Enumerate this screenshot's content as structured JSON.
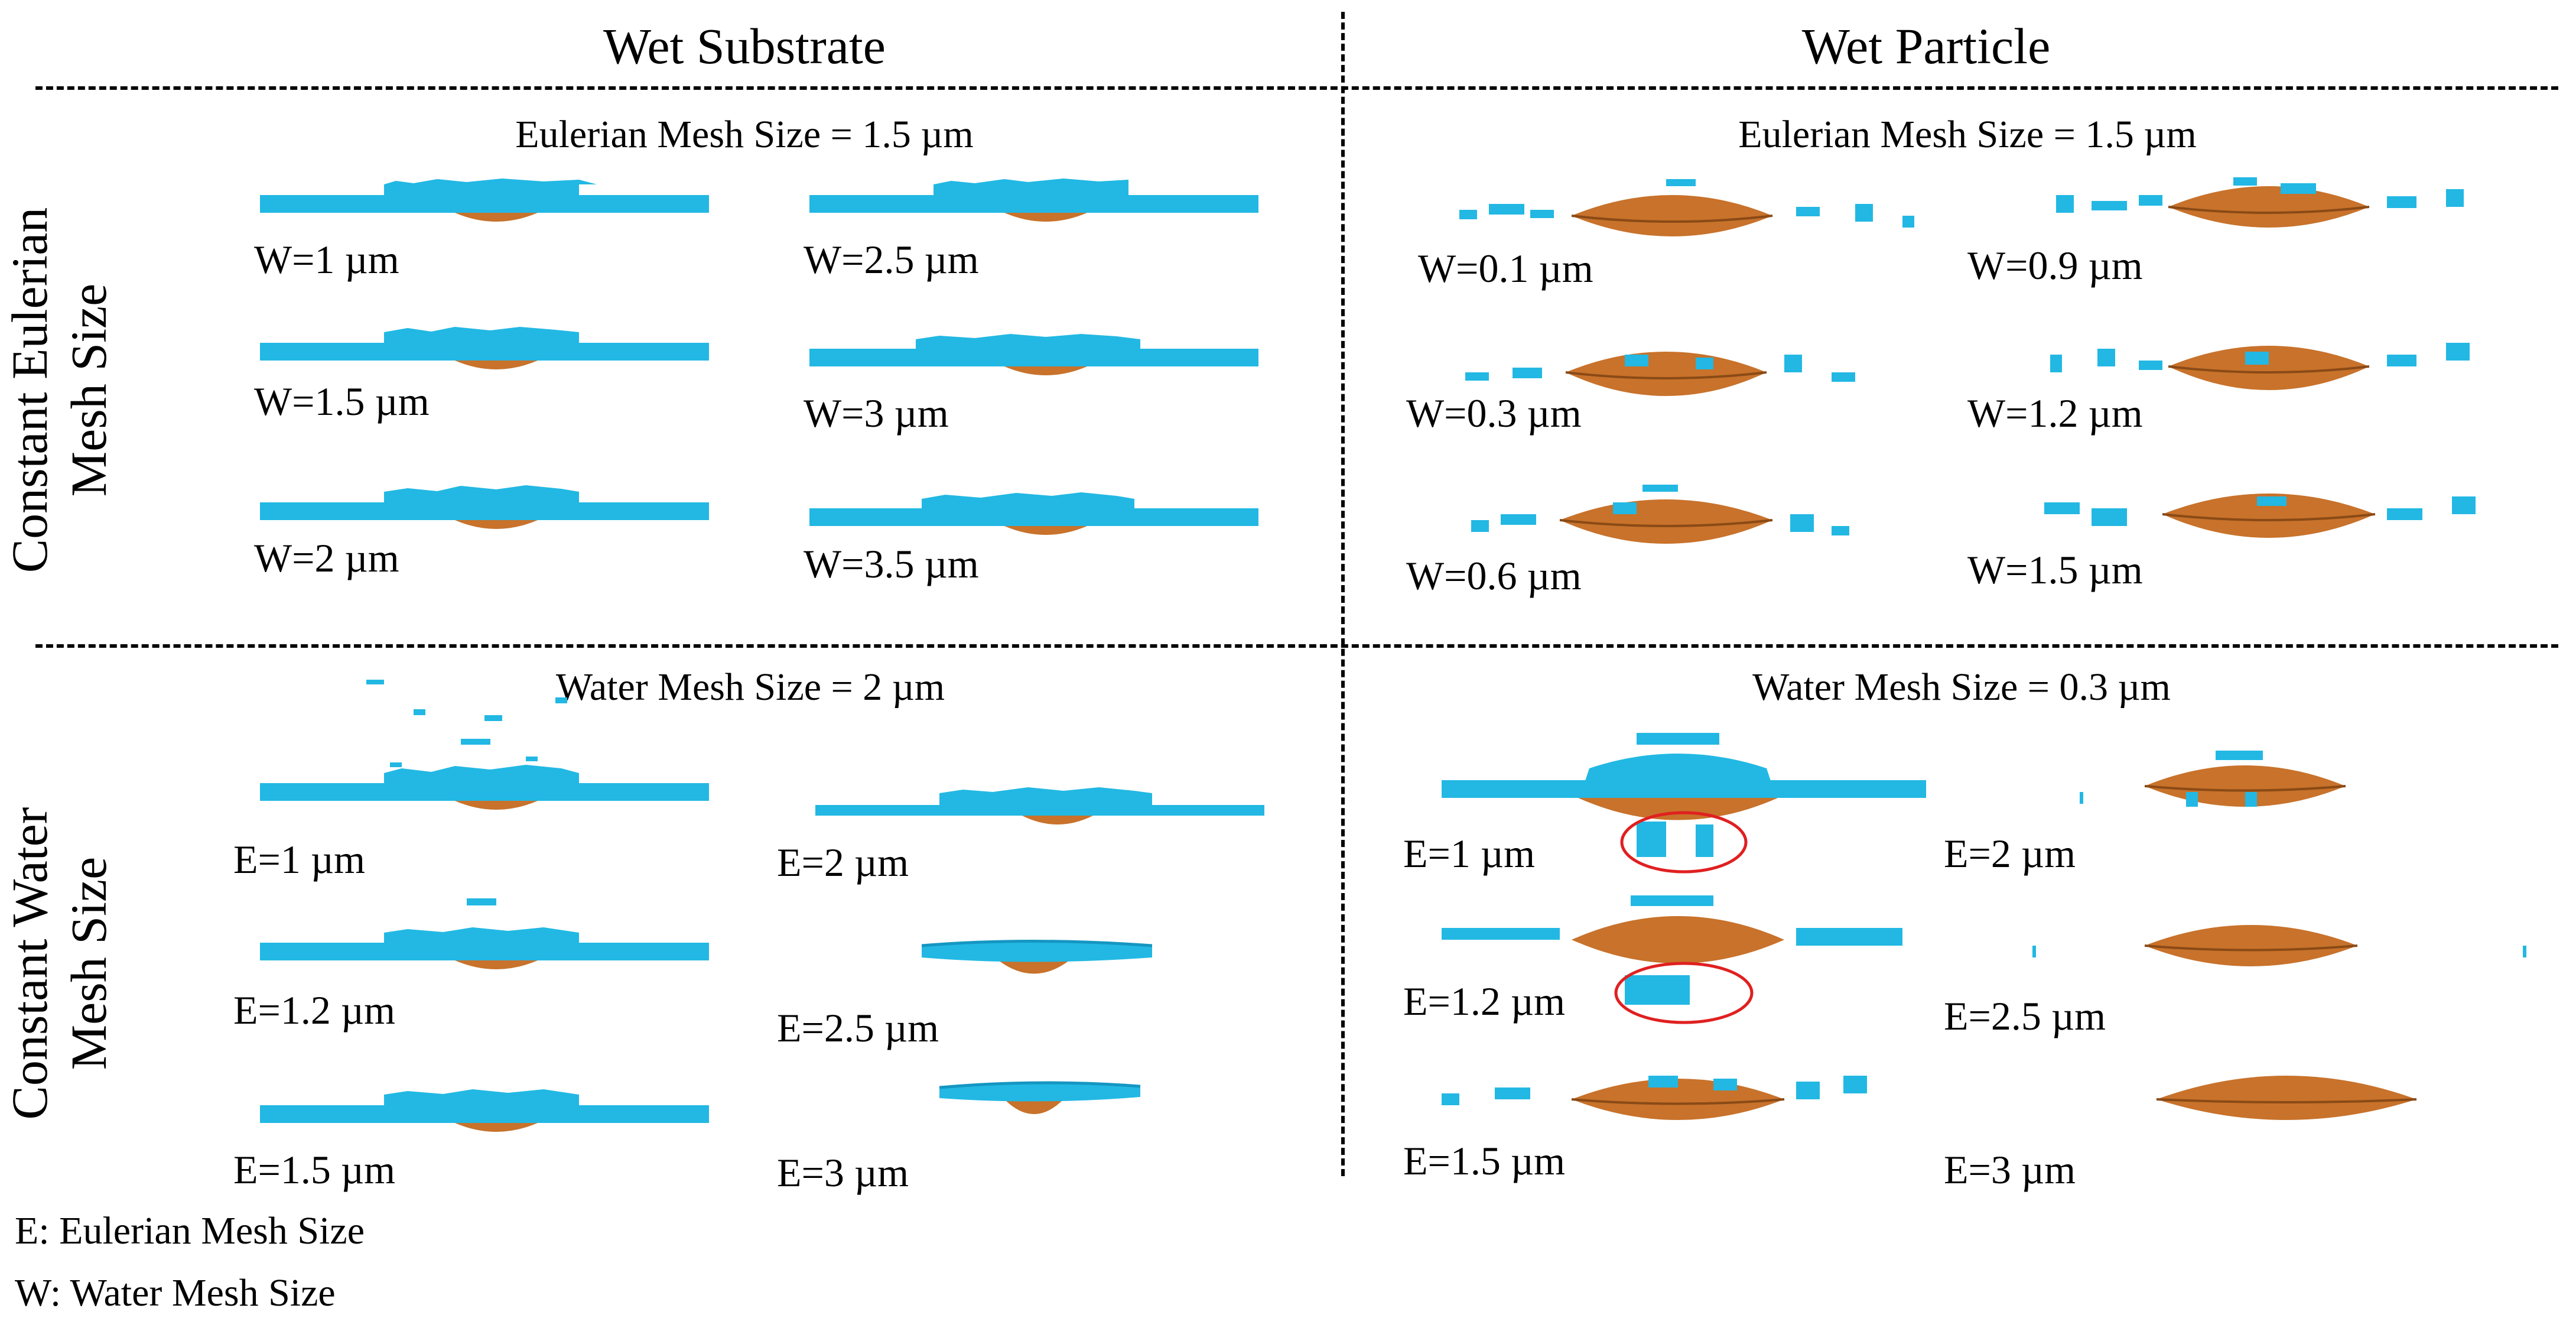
{
  "headers": {
    "wet_substrate": "Wet Substrate",
    "wet_particle": "Wet Particle"
  },
  "row_labels": {
    "constant_eulerian": [
      "Constant Eulerian",
      "Mesh Size"
    ],
    "constant_water": [
      "Constant Water",
      "Mesh Size"
    ]
  },
  "section_titles": {
    "top_left": "Eulerian Mesh Size = 1.5 µm",
    "top_right": "Eulerian Mesh Size = 1.5 µm",
    "bottom_left": "Water Mesh Size = 2 µm",
    "bottom_right": "Water Mesh Size = 0.3 µm"
  },
  "top_left_labels": [
    "W=1 µm",
    "W=2.5 µm",
    "W=1.5 µm",
    "W=3 µm",
    "W=2 µm",
    "W=3.5 µm"
  ],
  "top_right_labels": [
    "W=0.1 µm",
    "W=0.9 µm",
    "W=0.3 µm",
    "W=1.2 µm",
    "W=0.6 µm",
    "W=1.5 µm"
  ],
  "bottom_left_labels": [
    "E=1 µm",
    "E=2 µm",
    "E=1.2 µm",
    "E=2.5 µm",
    "E=1.5 µm",
    "E=3 µm"
  ],
  "bottom_right_labels": [
    "E=1 µm",
    "E=2 µm",
    "E=1.2 µm",
    "E=2.5 µm",
    "E=1.5 µm",
    "E=3 µm"
  ],
  "legend": {
    "line1": "E: Eulerian Mesh Size",
    "line2": "W: Water Mesh Size"
  },
  "colors": {
    "water": "#22b8e3",
    "water_dark": "#1596c2",
    "particle": "#c8722b",
    "particle_dark": "#8a4a16",
    "highlight_circle": "#e02020"
  }
}
